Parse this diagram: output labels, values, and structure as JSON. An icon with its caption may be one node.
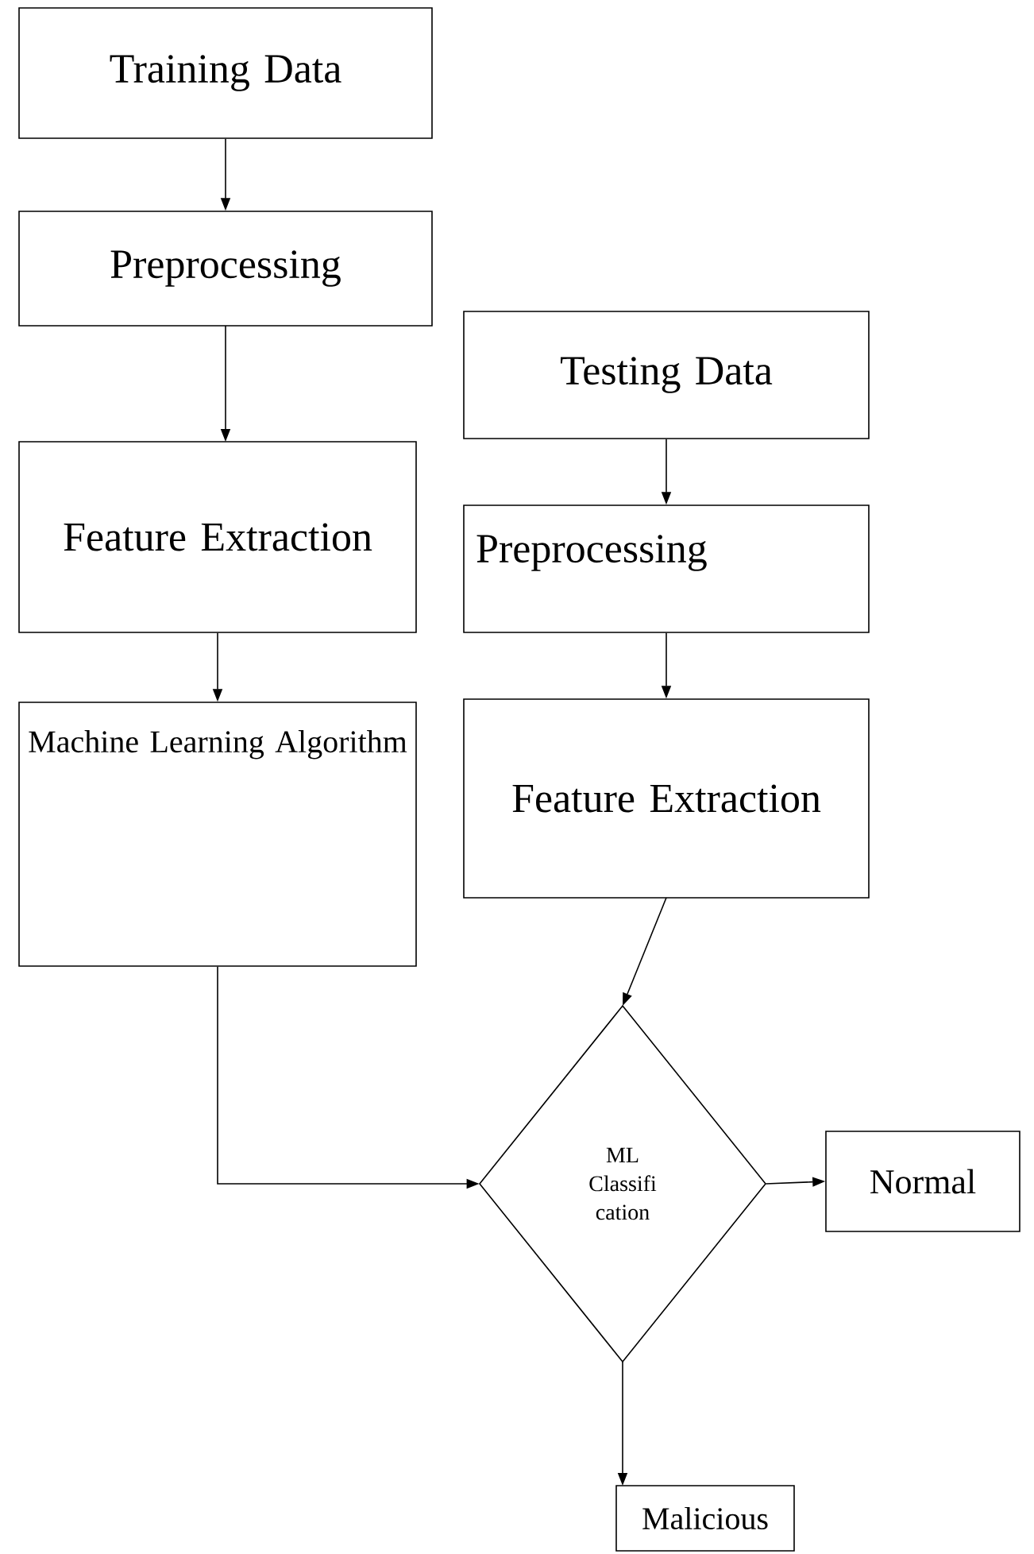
{
  "diagram": {
    "nodes": [
      {
        "text": [
          "Training Data"
        ]
      },
      {
        "text": [
          "Preprocessing"
        ]
      },
      {
        "text": [
          "Feature Extraction"
        ]
      },
      {
        "text": [
          "Machine Learning Algorithm"
        ]
      },
      {
        "text": [
          "Testing Data"
        ]
      },
      {
        "text": [
          "Preprocessing"
        ]
      },
      {
        "text": [
          "Feature Extraction"
        ]
      },
      {
        "text": [
          "ML Classifi cation"
        ]
      },
      {
        "text": [
          "Normal"
        ]
      },
      {
        "text": [
          "Malicious"
        ]
      }
    ],
    "edges": [
      {
        "from": 0,
        "to": 1,
        "arrow": "to"
      },
      {
        "from": 1,
        "to": 2,
        "arrow": "to"
      },
      {
        "from": 2,
        "to": 3,
        "arrow": "to"
      },
      {
        "from": 4,
        "to": 5,
        "arrow": "to"
      },
      {
        "from": 5,
        "to": 6,
        "arrow": "to"
      },
      {
        "from": 6,
        "to": 7,
        "arrow": "to"
      },
      {
        "from": 3,
        "to": 7,
        "arrow": "to"
      },
      {
        "from": 7,
        "to": 8,
        "arrow": "to"
      },
      {
        "from": 7,
        "to": 9,
        "arrow": "to"
      }
    ]
  }
}
